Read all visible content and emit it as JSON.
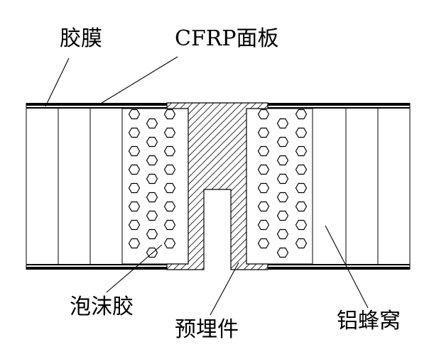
{
  "labels": {
    "adhesive_film": "胶膜",
    "cfrp_panel": "CFRP面板",
    "foam_adhesive": "泡沫胶",
    "embedded_insert": "预埋件",
    "aluminum_honeycomb": "铝蜂窝"
  },
  "colors": {
    "line": "#000000",
    "background": "#ffffff"
  }
}
